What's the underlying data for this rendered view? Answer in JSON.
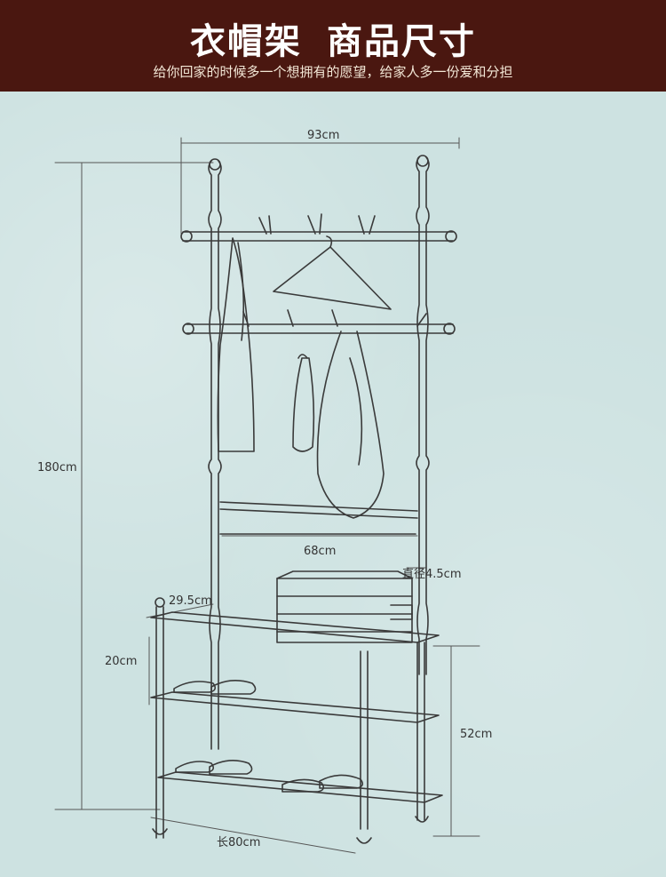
{
  "header": {
    "title_left": "衣帽架",
    "title_right": "商品尺寸",
    "subtitle": "给你回家的时候多一个想拥有的愿望，给家人多一份爱和分担"
  },
  "dimensions": {
    "width_top": "93cm",
    "height_total": "180cm",
    "inner_bar": "68cm",
    "diameter": "直径4.5cm",
    "depth": "29.5cm",
    "shelf_gap": "20cm",
    "bench_height": "52cm",
    "length": "长80cm"
  },
  "colors": {
    "header_bg": "#4a1710",
    "background": "#cde2e1",
    "sketch": "#3a3a3a"
  }
}
